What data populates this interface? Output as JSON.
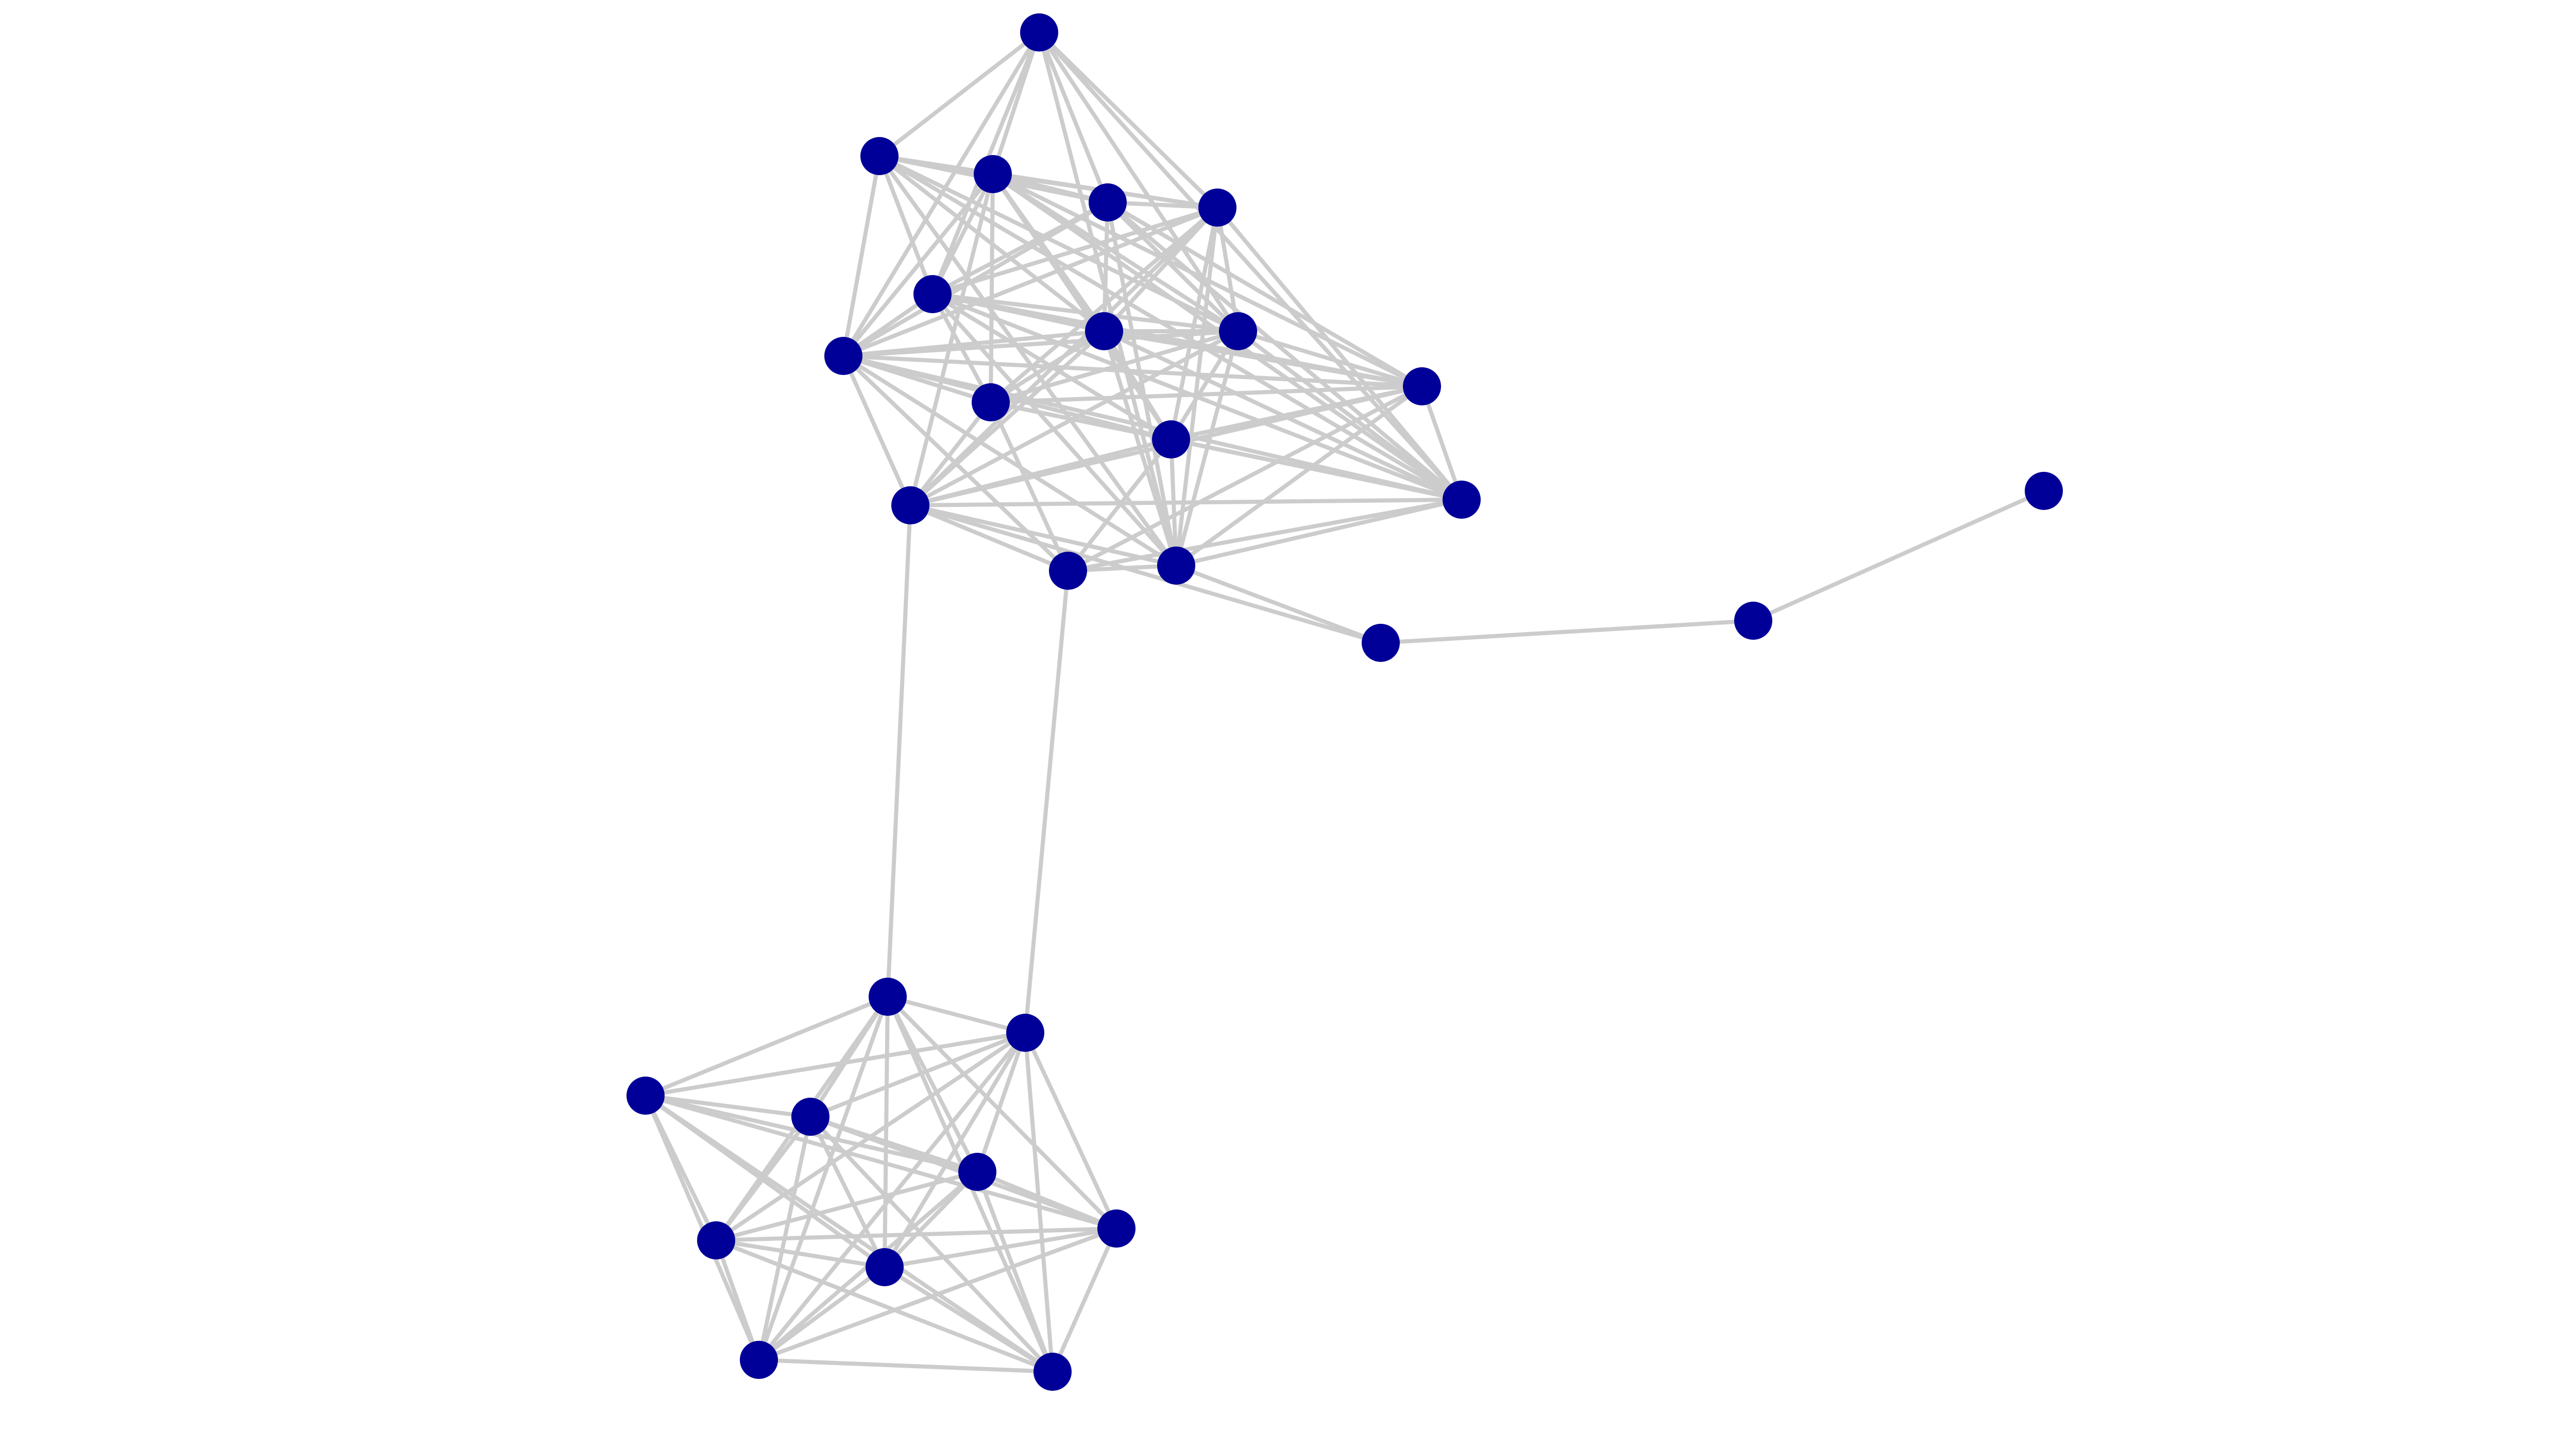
{
  "graph": {
    "style": {
      "node_color": "#000099",
      "edge_color": "#cccccc",
      "background": "#ffffff"
    },
    "nodes": [
      {
        "id": "a1"
      },
      {
        "id": "a2"
      },
      {
        "id": "a3"
      },
      {
        "id": "a4"
      },
      {
        "id": "a5"
      },
      {
        "id": "a6"
      },
      {
        "id": "a7"
      },
      {
        "id": "a8"
      },
      {
        "id": "a9"
      },
      {
        "id": "a10"
      },
      {
        "id": "a11"
      },
      {
        "id": "a12"
      },
      {
        "id": "a13"
      },
      {
        "id": "a14"
      },
      {
        "id": "a15"
      },
      {
        "id": "a16"
      },
      {
        "id": "a17"
      },
      {
        "id": "p1"
      },
      {
        "id": "p2"
      },
      {
        "id": "b1"
      },
      {
        "id": "b2"
      },
      {
        "id": "b3"
      },
      {
        "id": "b4"
      },
      {
        "id": "b5"
      },
      {
        "id": "b6"
      },
      {
        "id": "b7"
      },
      {
        "id": "b8"
      },
      {
        "id": "b9"
      },
      {
        "id": "b10"
      }
    ],
    "edges": [
      [
        "a1",
        "a2"
      ],
      [
        "a1",
        "a3"
      ],
      [
        "a1",
        "a4"
      ],
      [
        "a1",
        "a5"
      ],
      [
        "a1",
        "a6"
      ],
      [
        "a1",
        "a8"
      ],
      [
        "a1",
        "a9"
      ],
      [
        "a1",
        "a13"
      ],
      [
        "a1",
        "a16"
      ],
      [
        "a2",
        "a3"
      ],
      [
        "a2",
        "a4"
      ],
      [
        "a2",
        "a5"
      ],
      [
        "a2",
        "a6"
      ],
      [
        "a2",
        "a7"
      ],
      [
        "a2",
        "a8"
      ],
      [
        "a2",
        "a9"
      ],
      [
        "a2",
        "a13"
      ],
      [
        "a2",
        "a16"
      ],
      [
        "a3",
        "a4"
      ],
      [
        "a3",
        "a5"
      ],
      [
        "a3",
        "a6"
      ],
      [
        "a3",
        "a7"
      ],
      [
        "a3",
        "a8"
      ],
      [
        "a3",
        "a9"
      ],
      [
        "a3",
        "a10"
      ],
      [
        "a3",
        "a11"
      ],
      [
        "a3",
        "a12"
      ],
      [
        "a3",
        "a13"
      ],
      [
        "a3",
        "a14"
      ],
      [
        "a4",
        "a5"
      ],
      [
        "a4",
        "a6"
      ],
      [
        "a4",
        "a8"
      ],
      [
        "a4",
        "a9"
      ],
      [
        "a4",
        "a10"
      ],
      [
        "a4",
        "a13"
      ],
      [
        "a4",
        "a16"
      ],
      [
        "a4",
        "a7"
      ],
      [
        "a5",
        "a6"
      ],
      [
        "a5",
        "a7"
      ],
      [
        "a5",
        "a8"
      ],
      [
        "a5",
        "a9"
      ],
      [
        "a5",
        "a11"
      ],
      [
        "a5",
        "a12"
      ],
      [
        "a5",
        "a13"
      ],
      [
        "a5",
        "a14"
      ],
      [
        "a5",
        "a16"
      ],
      [
        "a6",
        "a7"
      ],
      [
        "a6",
        "a8"
      ],
      [
        "a6",
        "a9"
      ],
      [
        "a6",
        "a10"
      ],
      [
        "a6",
        "a12"
      ],
      [
        "a6",
        "a13"
      ],
      [
        "a6",
        "a16"
      ],
      [
        "a6",
        "a11"
      ],
      [
        "a7",
        "a8"
      ],
      [
        "a7",
        "a9"
      ],
      [
        "a7",
        "a10"
      ],
      [
        "a7",
        "a11"
      ],
      [
        "a7",
        "a12"
      ],
      [
        "a7",
        "a13"
      ],
      [
        "a7",
        "a14"
      ],
      [
        "a7",
        "a16"
      ],
      [
        "a8",
        "a9"
      ],
      [
        "a8",
        "a10"
      ],
      [
        "a8",
        "a11"
      ],
      [
        "a8",
        "a12"
      ],
      [
        "a8",
        "a13"
      ],
      [
        "a8",
        "a14"
      ],
      [
        "a8",
        "a16"
      ],
      [
        "a9",
        "a10"
      ],
      [
        "a9",
        "a11"
      ],
      [
        "a9",
        "a12"
      ],
      [
        "a9",
        "a13"
      ],
      [
        "a9",
        "a14"
      ],
      [
        "a9",
        "a15"
      ],
      [
        "a9",
        "a16"
      ],
      [
        "a10",
        "a11"
      ],
      [
        "a10",
        "a12"
      ],
      [
        "a10",
        "a13"
      ],
      [
        "a10",
        "a14"
      ],
      [
        "a10",
        "a15"
      ],
      [
        "a10",
        "a16"
      ],
      [
        "a11",
        "a12"
      ],
      [
        "a11",
        "a13"
      ],
      [
        "a11",
        "a14"
      ],
      [
        "a11",
        "a15"
      ],
      [
        "a12",
        "a13"
      ],
      [
        "a12",
        "a14"
      ],
      [
        "a12",
        "a15"
      ],
      [
        "a12",
        "a16"
      ],
      [
        "a13",
        "a14"
      ],
      [
        "a13",
        "a15"
      ],
      [
        "a13",
        "a16"
      ],
      [
        "a14",
        "a15"
      ],
      [
        "a14",
        "a16"
      ],
      [
        "a14",
        "a17"
      ],
      [
        "a15",
        "a16"
      ],
      [
        "a16",
        "a17"
      ],
      [
        "a17",
        "p1"
      ],
      [
        "p1",
        "p2"
      ],
      [
        "a14",
        "b1"
      ],
      [
        "a15",
        "b2"
      ],
      [
        "b1",
        "b2"
      ],
      [
        "b1",
        "b3"
      ],
      [
        "b1",
        "b4"
      ],
      [
        "b1",
        "b5"
      ],
      [
        "b1",
        "b6"
      ],
      [
        "b1",
        "b7"
      ],
      [
        "b1",
        "b8"
      ],
      [
        "b1",
        "b9"
      ],
      [
        "b1",
        "b10"
      ],
      [
        "b2",
        "b3"
      ],
      [
        "b2",
        "b4"
      ],
      [
        "b2",
        "b5"
      ],
      [
        "b2",
        "b6"
      ],
      [
        "b2",
        "b7"
      ],
      [
        "b2",
        "b8"
      ],
      [
        "b2",
        "b9"
      ],
      [
        "b2",
        "b10"
      ],
      [
        "b3",
        "b4"
      ],
      [
        "b3",
        "b5"
      ],
      [
        "b3",
        "b6"
      ],
      [
        "b3",
        "b7"
      ],
      [
        "b3",
        "b8"
      ],
      [
        "b3",
        "b9"
      ],
      [
        "b3",
        "b10"
      ],
      [
        "b4",
        "b5"
      ],
      [
        "b4",
        "b6"
      ],
      [
        "b4",
        "b7"
      ],
      [
        "b4",
        "b8"
      ],
      [
        "b4",
        "b9"
      ],
      [
        "b4",
        "b10"
      ],
      [
        "b5",
        "b6"
      ],
      [
        "b5",
        "b7"
      ],
      [
        "b5",
        "b8"
      ],
      [
        "b5",
        "b9"
      ],
      [
        "b5",
        "b10"
      ],
      [
        "b6",
        "b7"
      ],
      [
        "b6",
        "b8"
      ],
      [
        "b6",
        "b9"
      ],
      [
        "b6",
        "b10"
      ],
      [
        "b7",
        "b8"
      ],
      [
        "b7",
        "b9"
      ],
      [
        "b7",
        "b10"
      ],
      [
        "b8",
        "b9"
      ],
      [
        "b8",
        "b10"
      ],
      [
        "b9",
        "b10"
      ]
    ]
  }
}
